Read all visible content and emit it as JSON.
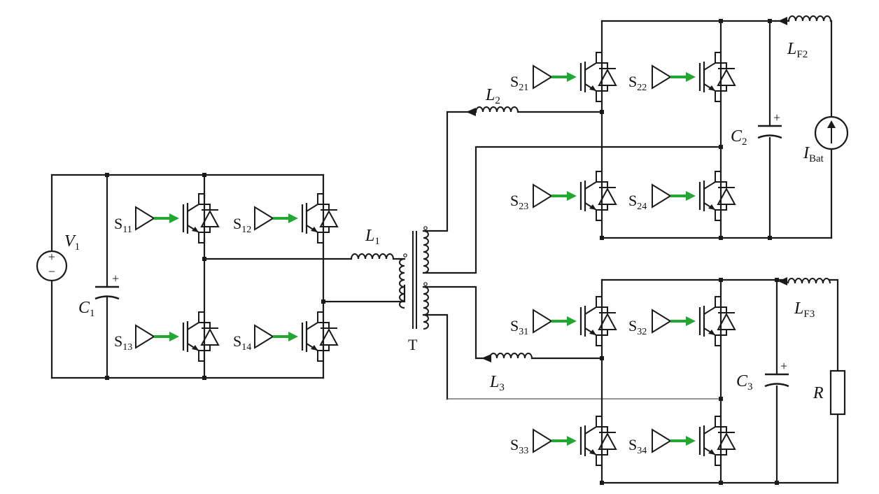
{
  "colors": {
    "wire": "#1a1a1a",
    "gate_arrow": "#22a832",
    "background": "#ffffff"
  },
  "labels": {
    "v1": {
      "main": "V",
      "sub": "1"
    },
    "c1": {
      "main": "C",
      "sub": "1"
    },
    "l1": {
      "main": "L",
      "sub": "1"
    },
    "t": {
      "main": "T"
    },
    "l2": {
      "main": "L",
      "sub": "2"
    },
    "l3": {
      "main": "L",
      "sub": "3"
    },
    "c2": {
      "main": "C",
      "sub": "2"
    },
    "c3": {
      "main": "C",
      "sub": "3"
    },
    "lf2": {
      "main": "L",
      "sub": "F2"
    },
    "lf3": {
      "main": "L",
      "sub": "F3"
    },
    "ibat": {
      "main": "I",
      "sub": "Bat"
    },
    "r": {
      "main": "R"
    },
    "s11": {
      "main": "S",
      "sub": "11"
    },
    "s12": {
      "main": "S",
      "sub": "12"
    },
    "s13": {
      "main": "S",
      "sub": "13"
    },
    "s14": {
      "main": "S",
      "sub": "14"
    },
    "s21": {
      "main": "S",
      "sub": "21"
    },
    "s22": {
      "main": "S",
      "sub": "22"
    },
    "s23": {
      "main": "S",
      "sub": "23"
    },
    "s24": {
      "main": "S",
      "sub": "24"
    },
    "s31": {
      "main": "S",
      "sub": "31"
    },
    "s32": {
      "main": "S",
      "sub": "32"
    },
    "s33": {
      "main": "S",
      "sub": "33"
    },
    "s34": {
      "main": "S",
      "sub": "34"
    }
  },
  "symbols": {
    "plus": "+",
    "minus": "−"
  }
}
